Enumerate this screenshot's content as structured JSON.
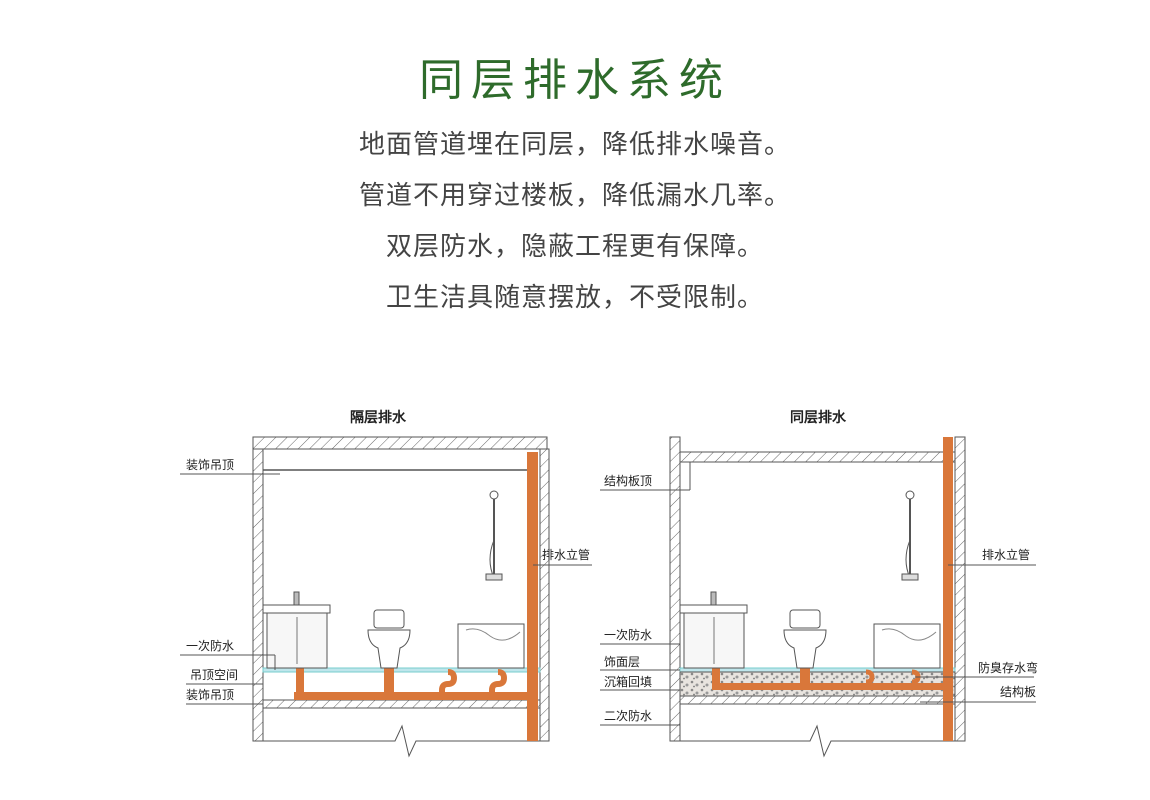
{
  "header": {
    "title": "同层排水系统",
    "lines": [
      "地面管道埋在同层，降低排水噪音。",
      "管道不用穿过楼板，降低漏水几率。",
      "双层防水，隐蔽工程更有保障。",
      "卫生洁具随意摆放，不受限制。"
    ]
  },
  "left_diagram": {
    "title": "隔层排水",
    "labels": {
      "ceiling": "装饰吊顶",
      "stack": "排水立管",
      "waterproof1": "一次防水",
      "ceiling_space": "吊顶空间",
      "ceiling_bottom": "装饰吊顶"
    }
  },
  "right_diagram": {
    "title": "同层排水",
    "labels": {
      "slab_top": "结构板顶",
      "stack": "排水立管",
      "waterproof1": "一次防水",
      "finish": "饰面层",
      "fill": "沉箱回填",
      "trap": "防臭存水弯",
      "slab": "结构板",
      "waterproof2": "二次防水"
    }
  },
  "colors": {
    "title_green": "#2e6b2b",
    "pipe": "#d9773a",
    "line": "#555555"
  }
}
